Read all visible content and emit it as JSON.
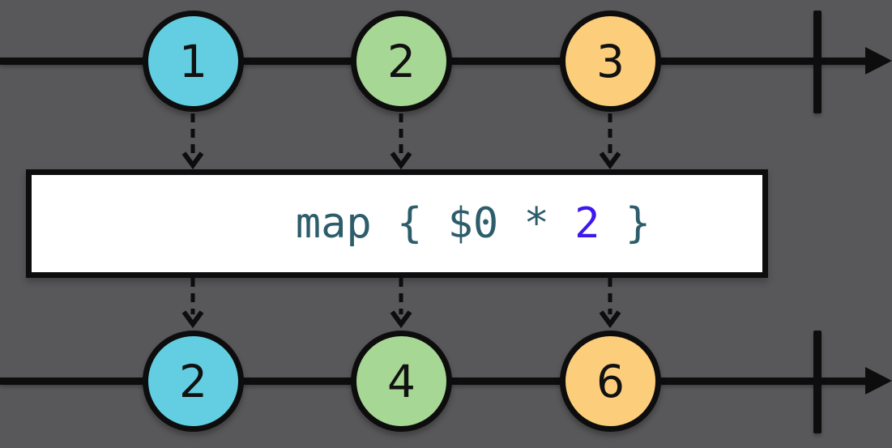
{
  "diagram": {
    "title_semantic": "map operator marble diagram",
    "background_color": "#58585a",
    "line_color": "#0d0d0d",
    "operator_box": {
      "code_prefix": "map { $0 * ",
      "code_argument": "2",
      "code_suffix": " }",
      "text_color": "#2d5d6b",
      "argument_color": "#3e17ef",
      "background_color": "#ffffff"
    },
    "input_stream": {
      "events": [
        {
          "value": "1",
          "color": "#63cee1"
        },
        {
          "value": "2",
          "color": "#a7d795"
        },
        {
          "value": "3",
          "color": "#fcce7b"
        }
      ]
    },
    "output_stream": {
      "events": [
        {
          "value": "2",
          "color": "#63cee1"
        },
        {
          "value": "4",
          "color": "#a7d795"
        },
        {
          "value": "6",
          "color": "#fcce7b"
        }
      ]
    }
  }
}
